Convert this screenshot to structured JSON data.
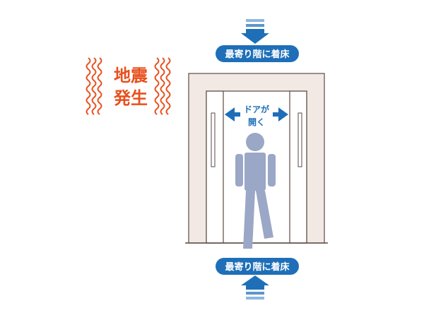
{
  "alert": {
    "line1": "地震",
    "line2": "発生",
    "color": "#e8501e"
  },
  "top_badge": {
    "label": "最寄り階に着床"
  },
  "bottom_badge": {
    "label": "最寄り階に着床"
  },
  "door_label": {
    "line1": "ドアが",
    "line2": "開く"
  },
  "colors": {
    "blue": "#1e6fb8",
    "stripe_light": "#8fb6df",
    "frame_fill": "#f3e9e4",
    "frame_stroke": "#5a4a44",
    "person": "#9aa7c6",
    "white": "#ffffff"
  }
}
